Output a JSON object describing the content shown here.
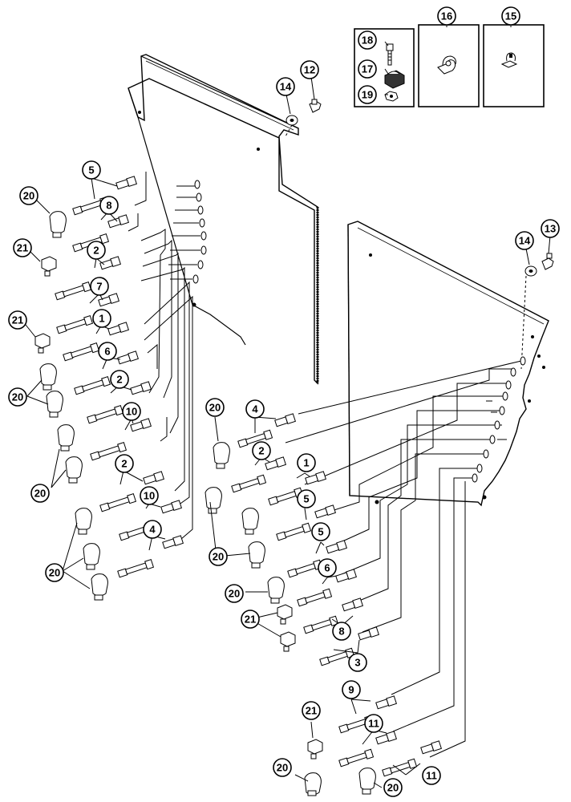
{
  "callouts": {
    "c12": "12",
    "c13": "13",
    "c14a": "14",
    "c14b": "14",
    "c15": "15",
    "c16": "16",
    "c17": "17",
    "c18": "18",
    "c19": "19",
    "l5a": "5",
    "l8a": "8",
    "l2a": "2",
    "l7a": "7",
    "l1a": "1",
    "l6a": "6",
    "l2b": "2",
    "l10a": "10",
    "l2c": "2",
    "l10b": "10",
    "l4a": "4",
    "l20a": "20",
    "l21a": "21",
    "l21b": "21",
    "l20b": "20",
    "l20c": "20",
    "l20d": "20",
    "m20a": "20",
    "m4a": "4",
    "m2a": "2",
    "m1a": "1",
    "m5a": "5",
    "m5b": "5",
    "m6a": "6",
    "m20b": "20",
    "m20c": "20",
    "m21a": "21",
    "m8a": "8",
    "m3a": "3",
    "b9a": "9",
    "b11a": "11",
    "b11b": "11",
    "b21a": "21",
    "b20a": "20",
    "b20b": "20"
  },
  "colors": {
    "line": "#000000",
    "background": "#ffffff"
  }
}
